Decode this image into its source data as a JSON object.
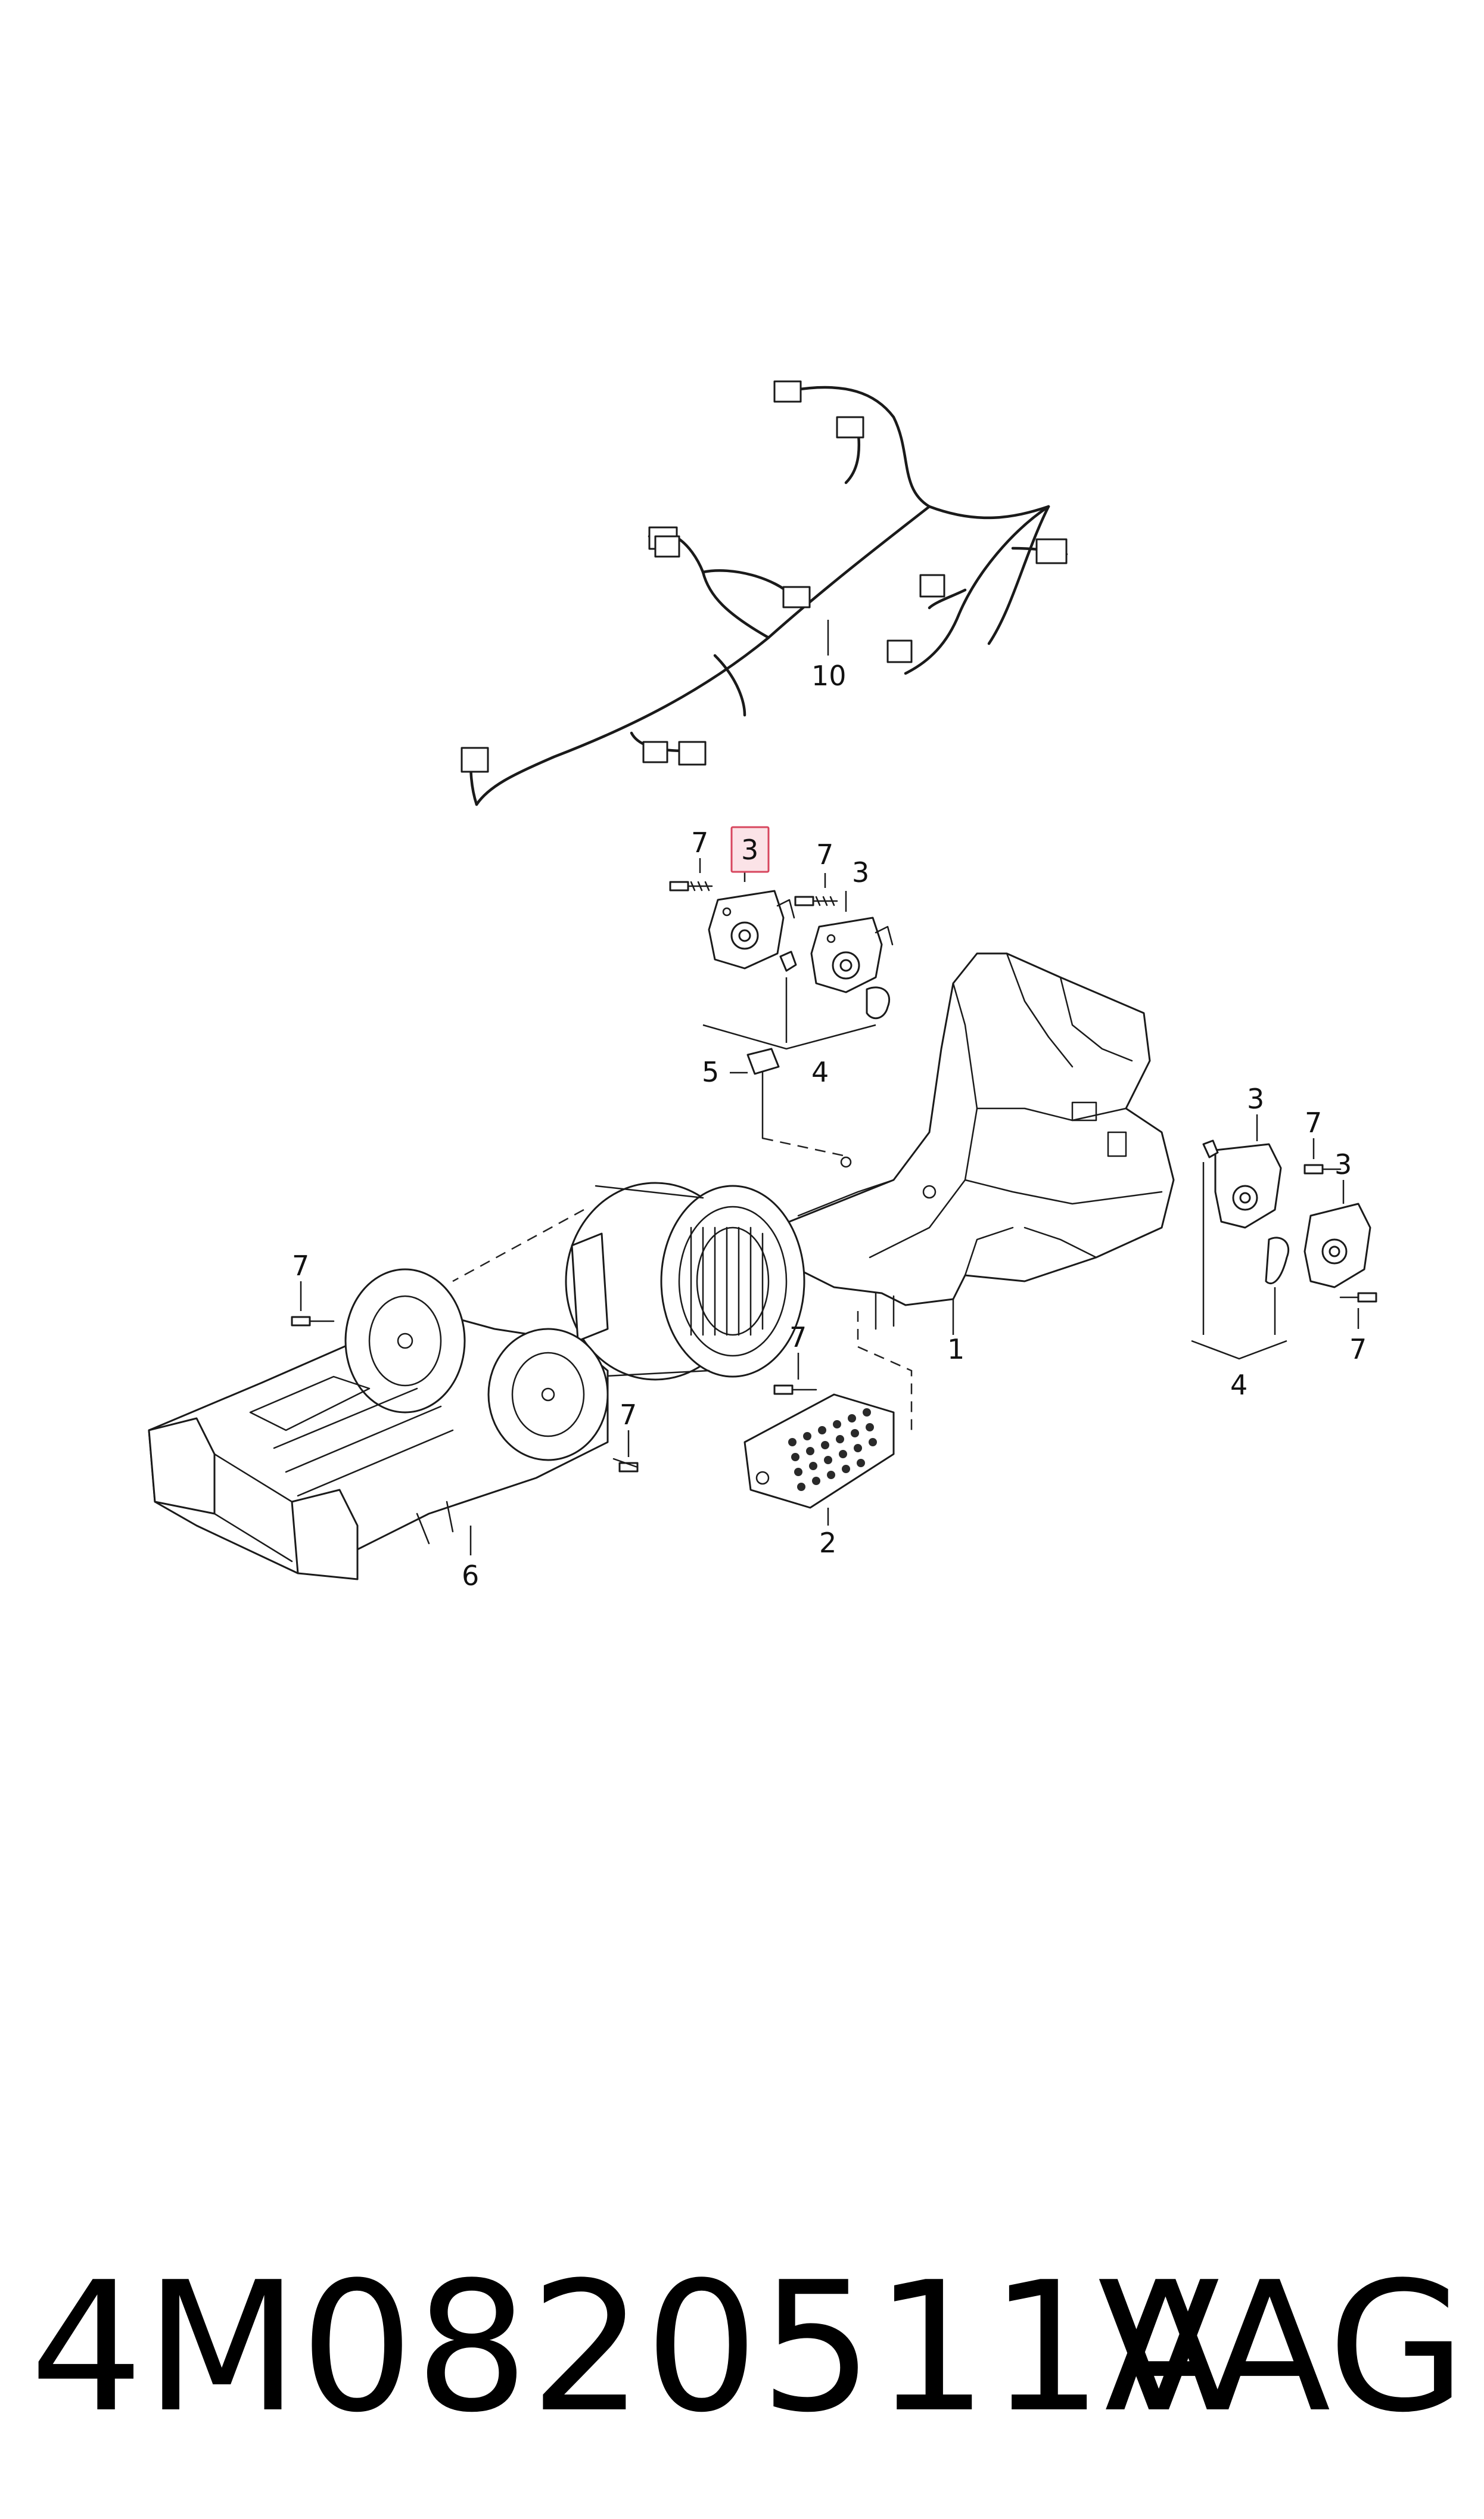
{
  "callouts": {
    "c1": "1",
    "c2": "2",
    "c3_highlight": "3",
    "c3_b": "3",
    "c3_c": "3",
    "c3_d": "3",
    "c4_a": "4",
    "c4_b": "4",
    "c5": "5",
    "c6": "6",
    "c7_a": "7",
    "c7_b": "7",
    "c7_c": "7",
    "c7_d": "7",
    "c7_e": "7",
    "c7_f": "7",
    "c7_g": "7",
    "c10": "10"
  },
  "footer": {
    "part_number": "4M0820511A",
    "brand": "VAG"
  },
  "colors": {
    "highlight_fill": "#fbe3e7",
    "highlight_stroke": "#d7465e",
    "line": "#1a1a1a"
  }
}
